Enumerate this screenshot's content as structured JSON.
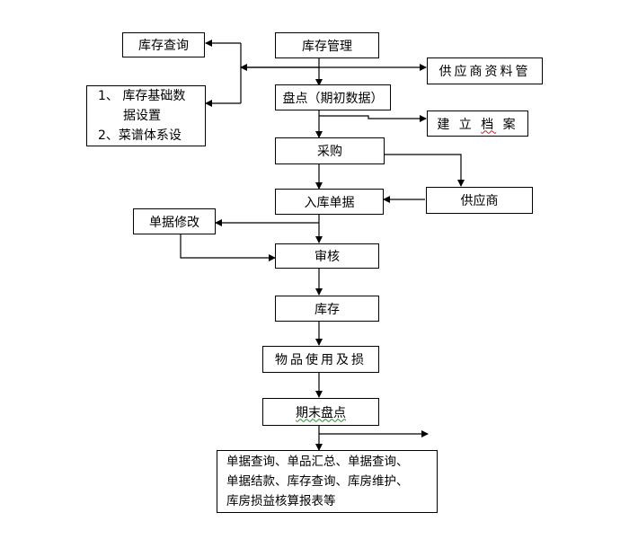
{
  "nodes": {
    "inventory_query": "库存查询",
    "inventory_mgmt": "库存管理",
    "supplier_info_mgmt": "供应商资料管",
    "basic_settings_line1": "1、 库存基础数",
    "basic_settings_line2": "据设置",
    "basic_settings_line3": "2、菜谱体系设",
    "stocktake_initial": "盘点（期初数据）",
    "create_archive_a": "建 立 ",
    "create_archive_b": "档",
    "create_archive_c": " 案",
    "purchase": "采购",
    "warehouse_receipt": "入库单据",
    "supplier": "供应商",
    "document_modify": "单据修改",
    "audit": "审核",
    "inventory": "库存",
    "item_usage_loss": "物品使用及损",
    "period_end_stocktake": "期末盘点",
    "reports_line1": "单据查询、单品汇总、单据查询、",
    "reports_line2": "单据结款、库存查询、库房维护、",
    "reports_line3": "库房损益核算报表等"
  }
}
